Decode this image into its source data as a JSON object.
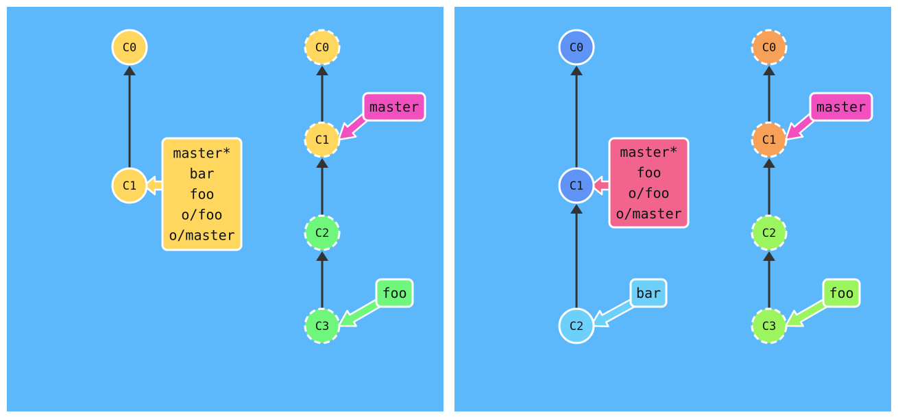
{
  "colors": {
    "background_panel": "#5cb8fa",
    "edge": "#333333",
    "yellow": "#ffd65e",
    "green": "#6ef77a",
    "blue_node": "#5f93f5",
    "light_blue": "#6dd0fb",
    "orange": "#f6a058",
    "lime": "#9cf55f",
    "pink": "#f24fc0",
    "red_pink": "#f2638e"
  },
  "panels": [
    {
      "id": "left",
      "local_graph": {
        "commits": [
          {
            "id": "C0",
            "label": "C0",
            "color": "yellow",
            "remote_style": false
          },
          {
            "id": "C1",
            "label": "C1",
            "color": "yellow",
            "remote_style": false
          }
        ],
        "edges": [
          {
            "from": "C1",
            "to": "C0"
          }
        ],
        "branches": [
          {
            "id": "local-c1",
            "lines": [
              "master*",
              "bar",
              "foo",
              "o/foo",
              "o/master"
            ],
            "color": "yellow",
            "target": "C1",
            "arrow_color": "yellow"
          }
        ]
      },
      "remote_graph": {
        "commits": [
          {
            "id": "C0",
            "label": "C0",
            "color": "yellow",
            "remote_style": true
          },
          {
            "id": "C1",
            "label": "C1",
            "color": "yellow",
            "remote_style": true
          },
          {
            "id": "C2",
            "label": "C2",
            "color": "green",
            "remote_style": true
          },
          {
            "id": "C3",
            "label": "C3",
            "color": "green",
            "remote_style": true
          }
        ],
        "edges": [
          {
            "from": "C1",
            "to": "C0"
          },
          {
            "from": "C2",
            "to": "C1"
          },
          {
            "from": "C3",
            "to": "C2"
          }
        ],
        "branches": [
          {
            "id": "remote-master",
            "lines": [
              "master"
            ],
            "color": "pink",
            "target": "C1",
            "arrow_color": "pink"
          },
          {
            "id": "remote-foo",
            "lines": [
              "foo"
            ],
            "color": "green",
            "target": "C3",
            "arrow_color": "green"
          }
        ]
      }
    },
    {
      "id": "right",
      "local_graph": {
        "commits": [
          {
            "id": "C0",
            "label": "C0",
            "color": "blue_node",
            "remote_style": false
          },
          {
            "id": "C1",
            "label": "C1",
            "color": "blue_node",
            "remote_style": false
          },
          {
            "id": "C2",
            "label": "C2",
            "color": "light_blue",
            "remote_style": false
          }
        ],
        "edges": [
          {
            "from": "C1",
            "to": "C0"
          },
          {
            "from": "C2",
            "to": "C1"
          }
        ],
        "branches": [
          {
            "id": "local-c1",
            "lines": [
              "master*",
              "foo",
              "o/foo",
              "o/master"
            ],
            "color": "red_pink",
            "target": "C1",
            "arrow_color": "red_pink"
          },
          {
            "id": "local-bar",
            "lines": [
              "bar"
            ],
            "color": "light_blue",
            "target": "C2",
            "arrow_color": "light_blue"
          }
        ]
      },
      "remote_graph": {
        "commits": [
          {
            "id": "C0",
            "label": "C0",
            "color": "orange",
            "remote_style": true
          },
          {
            "id": "C1",
            "label": "C1",
            "color": "orange",
            "remote_style": true
          },
          {
            "id": "C2",
            "label": "C2",
            "color": "lime",
            "remote_style": true
          },
          {
            "id": "C3",
            "label": "C3",
            "color": "lime",
            "remote_style": true
          }
        ],
        "edges": [
          {
            "from": "C1",
            "to": "C0"
          },
          {
            "from": "C2",
            "to": "C1"
          },
          {
            "from": "C3",
            "to": "C2"
          }
        ],
        "branches": [
          {
            "id": "remote-master",
            "lines": [
              "master"
            ],
            "color": "pink",
            "target": "C1",
            "arrow_color": "pink"
          },
          {
            "id": "remote-foo",
            "lines": [
              "foo"
            ],
            "color": "lime",
            "target": "C3",
            "arrow_color": "lime"
          }
        ]
      }
    }
  ]
}
